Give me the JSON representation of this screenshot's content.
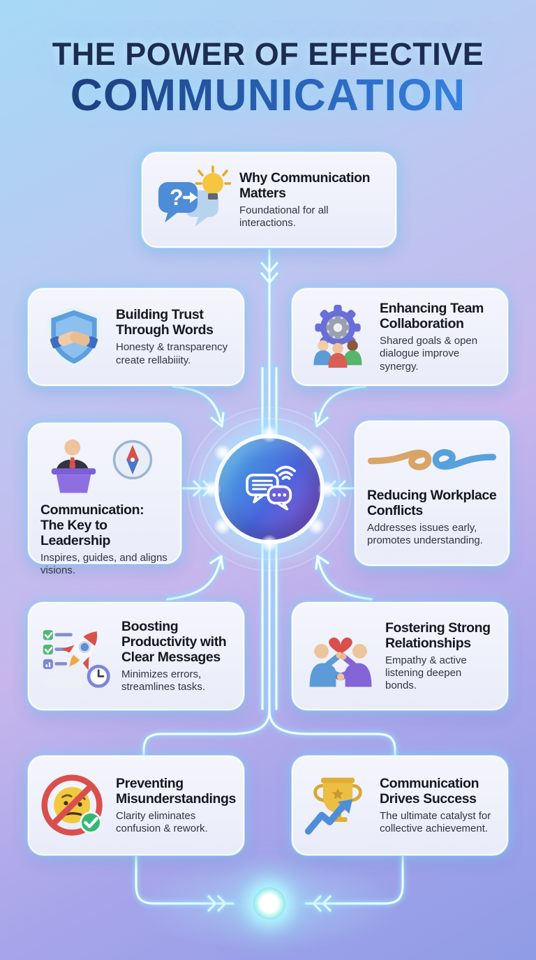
{
  "header": {
    "line1": "THE POWER OF EFFECTIVE",
    "line2": "COMMUNICATION"
  },
  "center_hub": {
    "icon": "chat-bubbles-signal-icon"
  },
  "bottom_marker": {
    "icon": "glowing-target-icon"
  },
  "cards": [
    {
      "title": "Why Communication Matters",
      "subtitle": "Foundational for all interactions.",
      "icon": "question-bubble-lightbulb-icon"
    },
    {
      "title": "Building Trust Through Words",
      "subtitle": "Honesty & transparency create rellabiiity.",
      "icon": "shield-handshake-icon"
    },
    {
      "title": "Enhancing Team Collaboration",
      "subtitle": "Shared goals & open dialogue improve synergy.",
      "icon": "gear-team-icon"
    },
    {
      "title": "Communication: The Key to Leadership",
      "subtitle": "Inspires, guides, and aligns visions.",
      "icon": "speaker-podium-compass-icon"
    },
    {
      "title": "Reducing Workplace Conflicts",
      "subtitle": "Addresses issues early, promotes understanding.",
      "icon": "rope-knot-icon"
    },
    {
      "title": "Boosting Productivity with Clear Messages",
      "subtitle": "Minimizes errors, streamlines tasks.",
      "icon": "rocket-checklist-clock-icon"
    },
    {
      "title": "Fostering Strong Relationships",
      "subtitle": "Empathy & active listening deepen bonds.",
      "icon": "people-holding-hands-heart-icon"
    },
    {
      "title": "Preventing Misunderstandings",
      "subtitle": "Clarity eliminates confusion & rework.",
      "icon": "prohibited-confusion-check-icon"
    },
    {
      "title": "Communication Drives Success",
      "subtitle": "The ultimate catalyst for collective achievement.",
      "icon": "trophy-rising-arrow-icon"
    }
  ],
  "colors": {
    "background_top": "#a6d9f6",
    "background_bottom": "#8f9ce6",
    "card_background": "#eef0fb",
    "glow_cyan": "#9fe4ff",
    "title_navy": "#1c2c52",
    "title_blue": "#3f8ef2",
    "hub_gradient_start": "#46b4e4",
    "hub_gradient_end": "#a057d8"
  }
}
